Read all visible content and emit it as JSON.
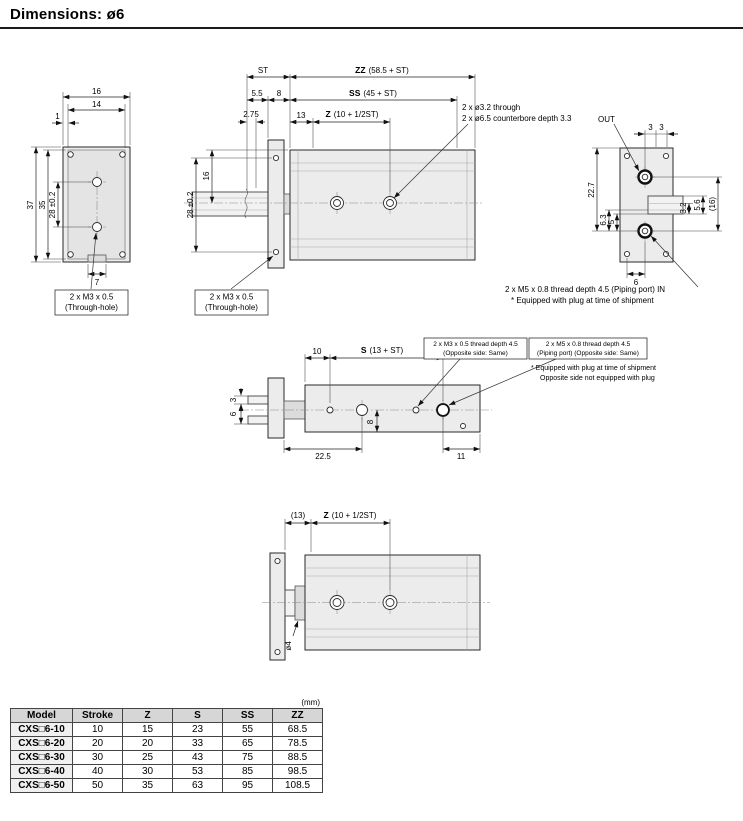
{
  "page": {
    "title": "Dimensions: ø6"
  },
  "front_view": {
    "dim_16": "16",
    "dim_14": "14",
    "dim_1": "1",
    "dim_37": "37",
    "dim_35": "35",
    "dim_28": "28 ±0.2",
    "dim_7": "7",
    "hole_label_1": "2 x M3 x 0.5",
    "hole_label_2": "(Through-hole)"
  },
  "side_view": {
    "dim_st": "ST",
    "dim_zz": "ZZ",
    "dim_zz_formula": "(58.5 + ST)",
    "dim_5_5": "5.5",
    "dim_8": "8",
    "dim_ss": "SS",
    "dim_ss_formula": "(45 + ST)",
    "dim_2_75": "2.75",
    "dim_13": "13",
    "dim_z": "Z",
    "dim_z_formula": "(10 + 1/2ST)",
    "dim_16": "16",
    "dim_28": "28 ±0.2",
    "callout_1": "2 x ø3.2 through",
    "callout_2": "2 x ø6.5 counterbore depth 3.3",
    "hole_label_1": "2 x M3 x 0.5",
    "hole_label_2": "(Through-hole)"
  },
  "port_view": {
    "out_label": "OUT",
    "dim_3a": "3",
    "dim_3b": "3",
    "dim_3_2": "3.2",
    "dim_5_6": "5.6",
    "dim_16_ref": "(16)",
    "dim_22_7": "22.7",
    "dim_6_3": "6.3",
    "dim_5": "5",
    "dim_6": "6",
    "port_label": "2 x M5 x 0.8 thread depth 4.5 (Piping port) IN",
    "note": "* Equipped with plug at time of shipment"
  },
  "top_view": {
    "dim_10": "10",
    "dim_s": "S",
    "dim_s_formula": "(13 + ST)",
    "dim_3": "3",
    "dim_6": "6",
    "dim_8": "8",
    "dim_22_5": "22.5",
    "dim_11": "11",
    "callout_m3_1": "2 x M3 x 0.5 thread depth 4.5",
    "callout_m3_2": "(Opposite side: Same)",
    "callout_m5_1": "2 x M5 x 0.8 thread depth 4.5",
    "callout_m5_2": "(Piping port) (Opposite side: Same)",
    "note_1": "* Equipped with plug at time of shipment",
    "note_2": "Opposite side not equipped with plug"
  },
  "bottom_view": {
    "dim_13_ref": "(13)",
    "dim_z": "Z",
    "dim_z_formula": "(10 + 1/2ST)",
    "dim_rod": "ø4"
  },
  "table": {
    "unit": "(mm)",
    "headers": [
      "Model",
      "Stroke",
      "Z",
      "S",
      "SS",
      "ZZ"
    ],
    "rows": [
      [
        "CXS□6-10",
        "10",
        "15",
        "23",
        "55",
        "68.5"
      ],
      [
        "CXS□6-20",
        "20",
        "20",
        "33",
        "65",
        "78.5"
      ],
      [
        "CXS□6-30",
        "30",
        "25",
        "43",
        "75",
        "88.5"
      ],
      [
        "CXS□6-40",
        "40",
        "30",
        "53",
        "85",
        "98.5"
      ],
      [
        "CXS□6-50",
        "50",
        "35",
        "63",
        "95",
        "108.5"
      ]
    ]
  }
}
